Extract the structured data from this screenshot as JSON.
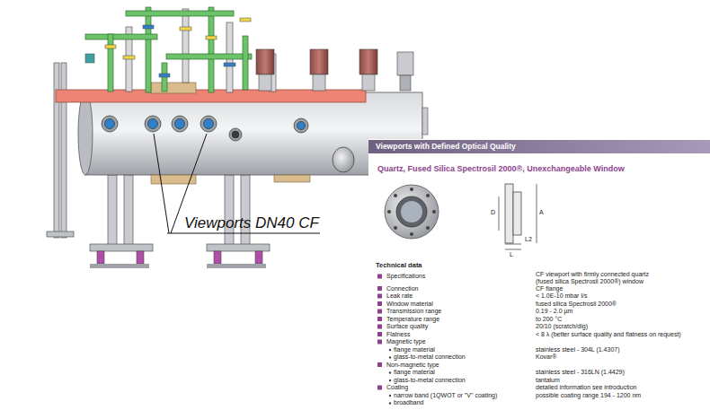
{
  "diagram": {
    "nodes": [
      {
        "text": [
          "Viewports with Defined Optical Quality"
        ]
      }
    ],
    "labels": [
      "Viewports DN40 CF",
      "Quartz, Fused Silica Spectrosil 2000®, Unexchangeable Window",
      "D",
      "A",
      "L2",
      "L",
      "Technical data",
      "Specifications",
      "CF viewport with firmly connected quartz (fused silica Spectrosil 2000®) window",
      "Connection",
      "CF flange",
      "Leak rate",
      "< 1.0E-10 mbar l/s",
      "Window material",
      "fused silica Spectrosil 2000®",
      "Transmission range",
      "0.19 - 2.0 µm",
      "Temperature range",
      "to 200 °C",
      "Surface quality",
      "20/10 (scratch/dig)",
      "Flatness",
      "< 8 λ (better surface quality and flatness on request)",
      "Magnetic type",
      "flange material",
      "stainless steel - 304L (1.4307)",
      "glass-to-metal connection",
      "Kovar®",
      "Non-magnetic type",
      "flange material",
      "stainless steel - 316LN (1.4429)",
      "glass-to-metal connection",
      "tantalum",
      "Coating",
      "detailed information see introduction",
      "narrow band (1QWOT or \"V\" coating)",
      "possible coating range 194 - 1200 nm",
      "broadband"
    ]
  }
}
